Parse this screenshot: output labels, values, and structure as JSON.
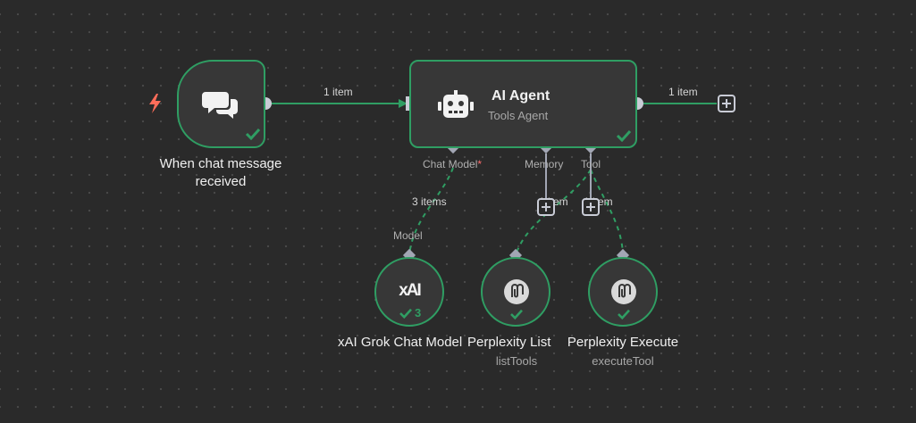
{
  "nodes": {
    "trigger": {
      "label_line1": "When chat message",
      "label_line2": "received"
    },
    "agent": {
      "title": "AI Agent",
      "subtitle": "Tools Agent"
    },
    "model": {
      "label": "xAI Grok Chat Model",
      "run_count": "3",
      "logo": "xAI"
    },
    "list_tools": {
      "label": "Perplexity List",
      "subtitle": "listTools"
    },
    "execute_tool": {
      "label": "Perplexity Execute",
      "subtitle": "executeTool"
    }
  },
  "edges": {
    "trigger_to_agent": "1 item",
    "agent_output": "1 item",
    "model_count": "3 items",
    "tool_item_1": "1 item",
    "tool_item_2": "1 item"
  },
  "ports": {
    "chat_model": "Chat Model",
    "required_marker": "*",
    "memory": "Memory",
    "tool": "Tool",
    "model": "Model"
  },
  "colors": {
    "background": "#2a2a2a",
    "node_border_success": "#2f9e63",
    "trigger_bolt": "#ff6d5a",
    "connector": "#a2a6b4"
  },
  "icons": {
    "trigger": "chat-bubbles-icon",
    "agent": "robot-icon",
    "perplexity": "perplexity-icon"
  }
}
